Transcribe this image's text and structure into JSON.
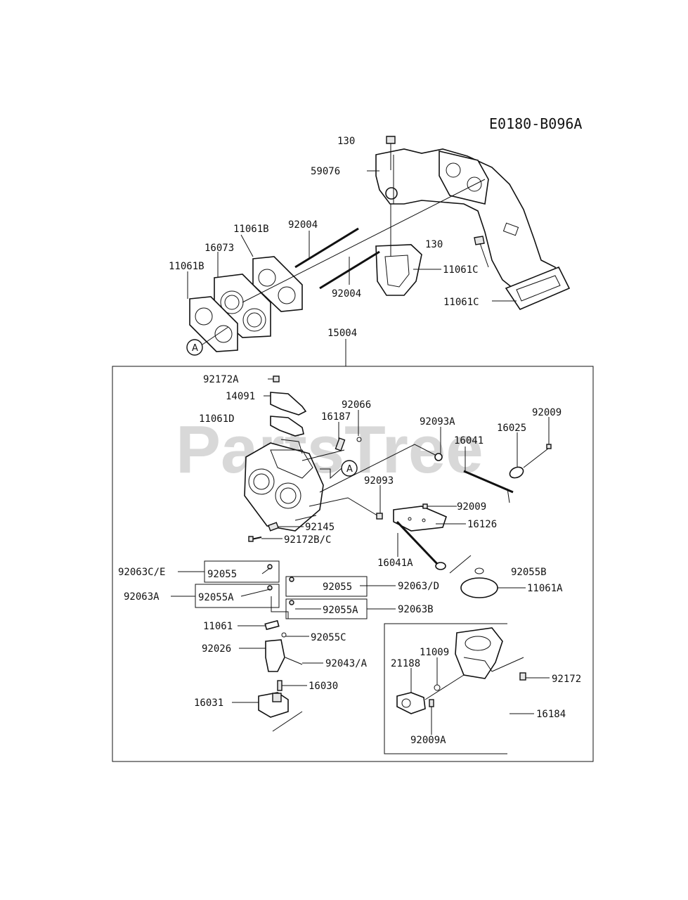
{
  "diagram_code": "E0180-B096A",
  "watermark": "PartsTree",
  "ref_marker": "A",
  "labels": {
    "l130a": "130",
    "l59076": "59076",
    "l11061B_top": "11061B",
    "l92004_top": "92004",
    "l16073": "16073",
    "l11061B_left": "11061B",
    "l92004_mid": "92004",
    "l130b": "130",
    "l11061C_a": "11061C",
    "l11061C_b": "11061C",
    "l15004": "15004",
    "l92172A": "92172A",
    "l14091": "14091",
    "l92066": "92066",
    "l16187": "16187",
    "l11061D": "11061D",
    "l92093A": "92093A",
    "l16025": "16025",
    "l92009_top": "92009",
    "l16041": "16041",
    "l92093": "92093",
    "l92009_mid": "92009",
    "l16126": "16126",
    "l92145": "92145",
    "l92172BC": "92172B/C",
    "l16041A": "16041A",
    "l92063CE": "92063C/E",
    "l92055_a": "92055",
    "l92055B": "92055B",
    "l92055_b": "92055",
    "l92063D": "92063/D",
    "l11061A": "11061A",
    "l92063A": "92063A",
    "l92055A_a": "92055A",
    "l92055A_b": "92055A",
    "l92063B": "92063B",
    "l11061": "11061",
    "l92055C": "92055C",
    "l92026": "92026",
    "l11009": "11009",
    "l21188": "21188",
    "l92043A": "92043/A",
    "l92172": "92172",
    "l16030": "16030",
    "l16031": "16031",
    "l16184": "16184",
    "l92009A": "92009A"
  }
}
